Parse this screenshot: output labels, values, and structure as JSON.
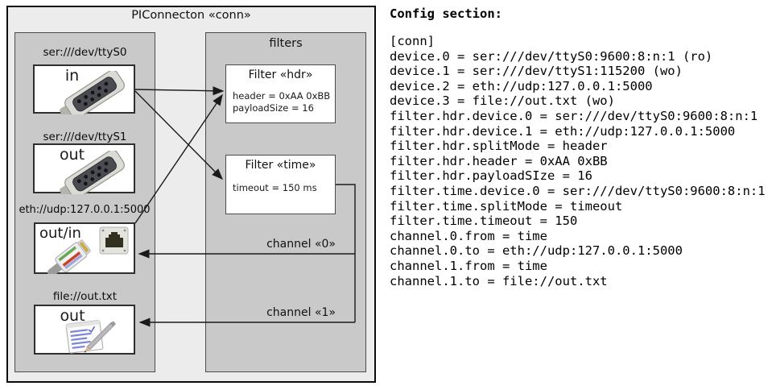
{
  "diagram": {
    "title": "PIConnecton «conn»",
    "devices": [
      {
        "label": "ser:///dev/ttyS0",
        "direction": "in",
        "icon": "serial-connector-icon"
      },
      {
        "label": "ser:///dev/ttyS1",
        "direction": "out",
        "icon": "serial-connector-icon"
      },
      {
        "label": "eth://udp:127.0.0.1:5000",
        "direction": "out/in",
        "icon": "ethernet-plug-icon"
      },
      {
        "label": "file://out.txt",
        "direction": "out",
        "icon": "notepad-pencil-icon"
      }
    ],
    "filters_group": {
      "title": "filters",
      "filters": [
        {
          "title": "Filter «hdr»",
          "properties": [
            "header = 0xAA 0xBB",
            "payloadSize = 16"
          ]
        },
        {
          "title": "Filter «time»",
          "properties": [
            "timeout = 150 ms"
          ]
        }
      ]
    },
    "channels": [
      {
        "label": "channel «0»"
      },
      {
        "label": "channel «1»"
      }
    ]
  },
  "config": {
    "heading": "Config section:",
    "lines": [
      "[conn]",
      "device.0 = ser:///dev/ttyS0:9600:8:n:1 (ro)",
      "device.1 = ser:///dev/ttyS1:115200 (wo)",
      "device.2 = eth://udp:127.0.0.1:5000",
      "device.3 = file://out.txt (wo)",
      "filter.hdr.device.0 = ser:///dev/ttyS0:9600:8:n:1",
      "filter.hdr.device.1 = eth://udp:127.0.0.1:5000",
      "filter.hdr.splitMode = header",
      "filter.hdr.header = 0xAA 0xBB",
      "filter.hdr.payloadSIze = 16",
      "filter.time.device.0 = ser:///dev/ttyS0:9600:8:n:1",
      "filter.time.splitMode = timeout",
      "filter.time.timeout = 150",
      "channel.0.from = time",
      "channel.0.to = eth://udp:127.0.0.1:5000",
      "channel.1.from = time",
      "channel.1.to = file://out.txt"
    ]
  },
  "colors": {
    "outer_fill": "#ececec",
    "group_fill": "#c9c9c9",
    "box_fill": "#ffffff",
    "line": "#1a1a1a"
  }
}
